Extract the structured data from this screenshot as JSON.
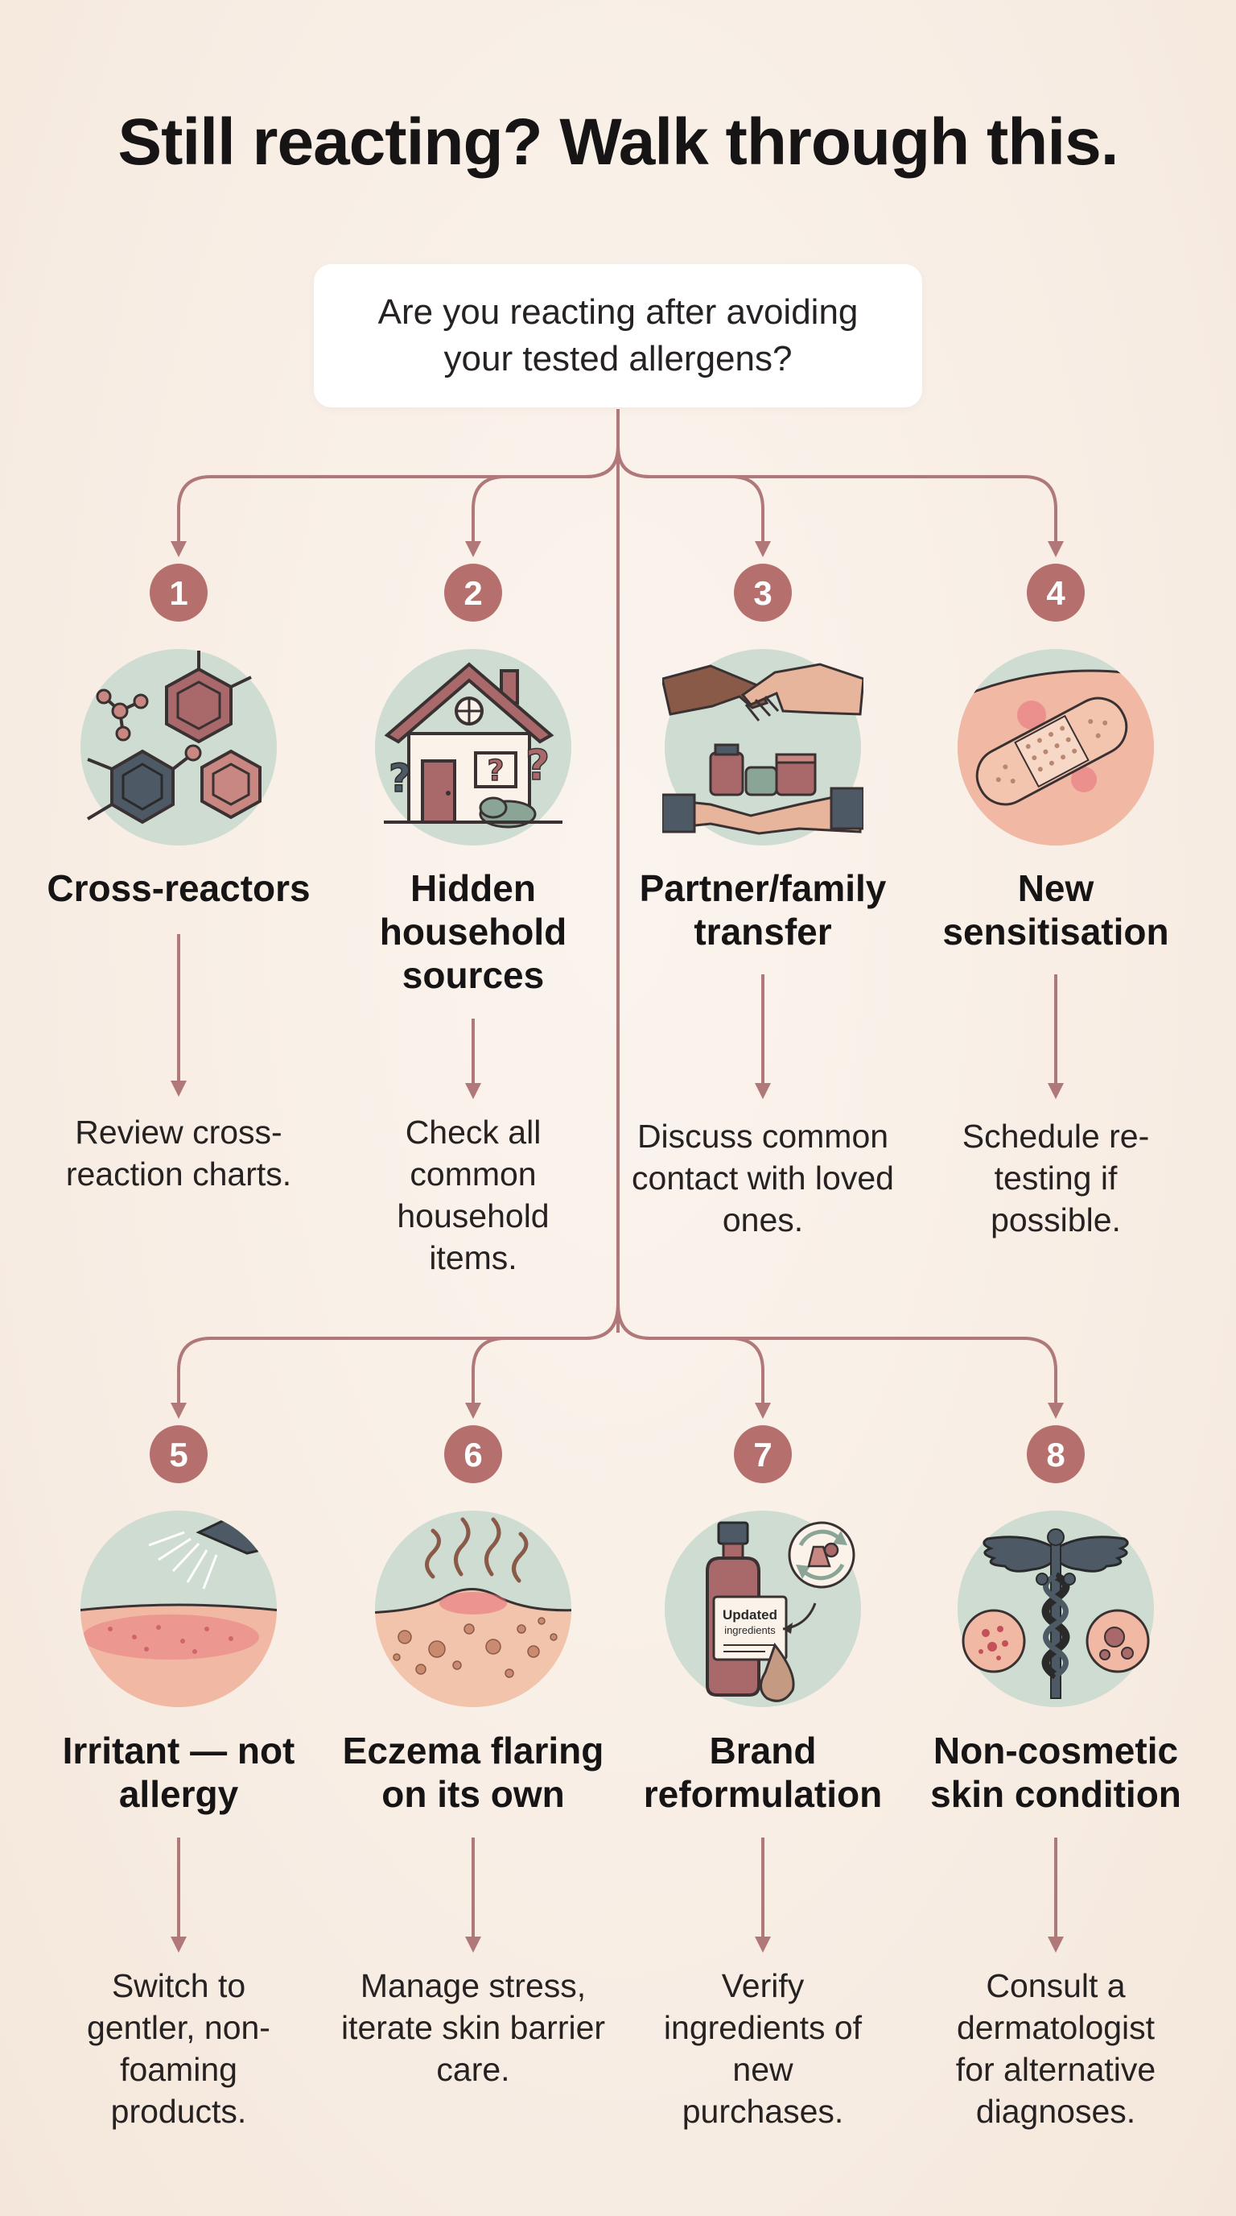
{
  "title": "Still reacting? Walk through this.",
  "question": "Are you reacting after avoiding your tested allergens?",
  "colors": {
    "background": "#f9efe6",
    "connector": "#b07878",
    "badge": "#b5706e",
    "circle": "#cfdcd2"
  },
  "nodes": [
    {
      "number": "1",
      "icon": "molecule-icon",
      "label": "Cross-reactors",
      "action": "Review cross-reaction charts."
    },
    {
      "number": "2",
      "icon": "house-question-icon",
      "label": "Hidden household sources",
      "action": "Check all common household items."
    },
    {
      "number": "3",
      "icon": "handshake-icon",
      "label": "Partner/family transfer",
      "action": "Discuss common contact with loved ones."
    },
    {
      "number": "4",
      "icon": "bandage-icon",
      "label": "New sensitisation",
      "action": "Schedule re-testing if possible."
    },
    {
      "number": "5",
      "icon": "shower-skin-icon",
      "label": "Irritant — not allergy",
      "action": "Switch to gentler, non-foaming products."
    },
    {
      "number": "6",
      "icon": "eczema-skin-icon",
      "label": "Eczema flaring on its own",
      "action": "Manage stress, iterate skin barrier care."
    },
    {
      "number": "7",
      "icon": "bottle-icon",
      "label": "Brand reformulation",
      "action": "Verify ingredients of new purchases.",
      "icon_text": [
        "Updated",
        "ingredients"
      ]
    },
    {
      "number": "8",
      "icon": "caduceus-icon",
      "label": "Non-cosmetic skin condition",
      "action": "Consult a dermatologist for alternative diagnoses."
    }
  ]
}
